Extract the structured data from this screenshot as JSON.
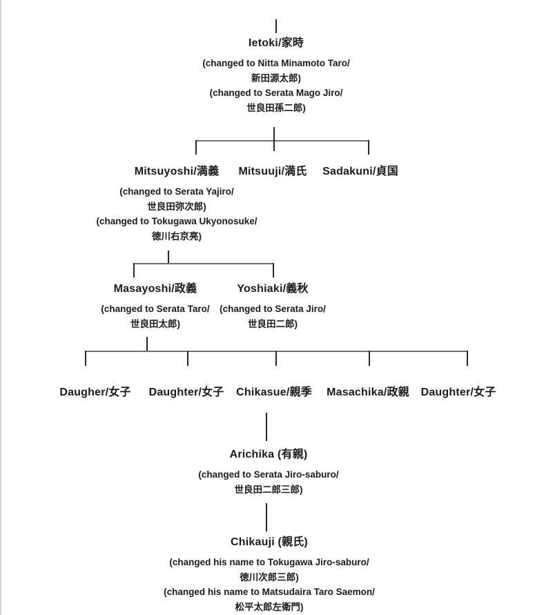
{
  "diagram": {
    "type": "family-tree",
    "background": "#ffffff",
    "text_color": "#1a1a1a",
    "vertical_line_color": "#262626",
    "horizontal_line_color": "#6e6e6e",
    "left_edge_scan_line_color": "#d2d2d2"
  },
  "persons": {
    "ietoki": {
      "name": "Ietoki/家時",
      "notes": [
        "(changed to Nitta Minamoto Taro/",
        "新田源太郎)",
        "(changed to Serata Mago Jiro/",
        "世良田孫二郎)"
      ]
    },
    "mitsuyoshi": {
      "name": "Mitsuyoshi/満義",
      "notes": [
        "(changed to Serata Yajiro/",
        "世良田弥次郎)",
        "(changed to Tokugawa Ukyonosuke/",
        "徳川右京亮)"
      ]
    },
    "mitsuuji": {
      "name": "Mitsuuji/満氏"
    },
    "sadakuni": {
      "name": "Sadakuni/貞国"
    },
    "masayoshi": {
      "name": "Masayoshi/政義",
      "notes": [
        "(changed to Serata Taro/",
        "世良田太郎)"
      ]
    },
    "yoshiaki": {
      "name": "Yoshiaki/義秋",
      "notes": [
        "(changed to Serata Jiro/",
        "世良田二郎)"
      ]
    },
    "daughter1": {
      "name": "Daugher/女子"
    },
    "daughter2": {
      "name": "Daughter/女子"
    },
    "chikasue": {
      "name": "Chikasue/親季"
    },
    "masachika": {
      "name": "Masachika/政親"
    },
    "daughter3": {
      "name": "Daughter/女子"
    },
    "arichika": {
      "name": "Arichika (有親)",
      "notes": [
        "(changed to Serata Jiro-saburo/",
        "世良田二郎三郎)"
      ]
    },
    "chikauji": {
      "name": "Chikauji (親氏)",
      "notes": [
        "(changed his name to Tokugawa Jiro-saburo/",
        "徳川次郎三郎)",
        "(changed his name to Matsudaira Taro Saemon/",
        "松平太郎左衛門)"
      ]
    }
  }
}
